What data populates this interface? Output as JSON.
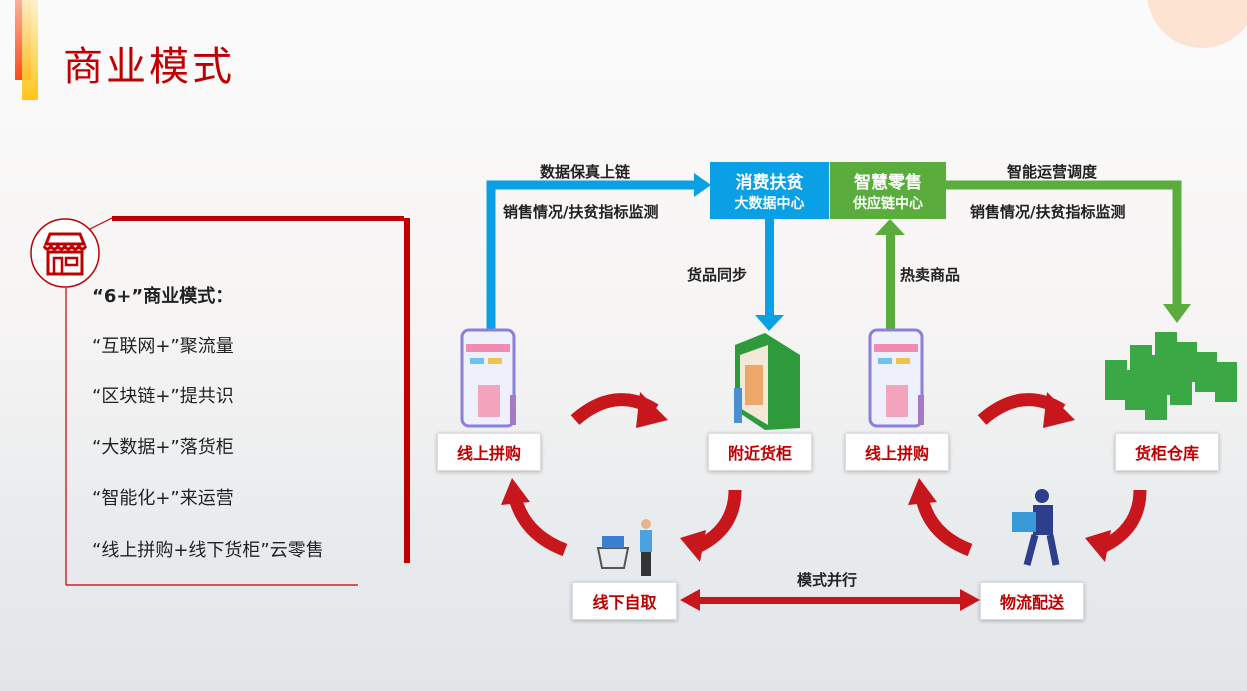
{
  "title": "商业模式",
  "panel": {
    "heading": "“6+”商业模式：",
    "items": [
      "“互联网+”聚流量",
      "“区块链+”提共识",
      "“大数据+”落货柜",
      "“智能化+”来运营",
      "“线上拼购+线下货柜”云零售"
    ],
    "icon": "storefront-icon"
  },
  "centers": {
    "blue": {
      "title": "消费扶贫",
      "sub": "大数据中心",
      "color": "#0aa0e6"
    },
    "green": {
      "title": "智慧零售",
      "sub": "供应链中心",
      "color": "#5aad3c"
    }
  },
  "labels": {
    "data_chain": "数据保真上链",
    "monitor_left": "销售情况/扶贫指标监测",
    "goods_sync": "货品同步",
    "hot_goods": "热卖商品",
    "smart_ops": "智能运营调度",
    "monitor_right": "销售情况/扶贫指标监测",
    "parallel": "模式并行"
  },
  "nodes": {
    "online1": "线上拼购",
    "nearby": "附近货柜",
    "online2": "线上拼购",
    "warehouse": "货柜仓库",
    "offline": "线下自取",
    "logistics": "物流配送"
  },
  "colors": {
    "accent": "#c00000",
    "arrow_red": "#c8161d"
  }
}
